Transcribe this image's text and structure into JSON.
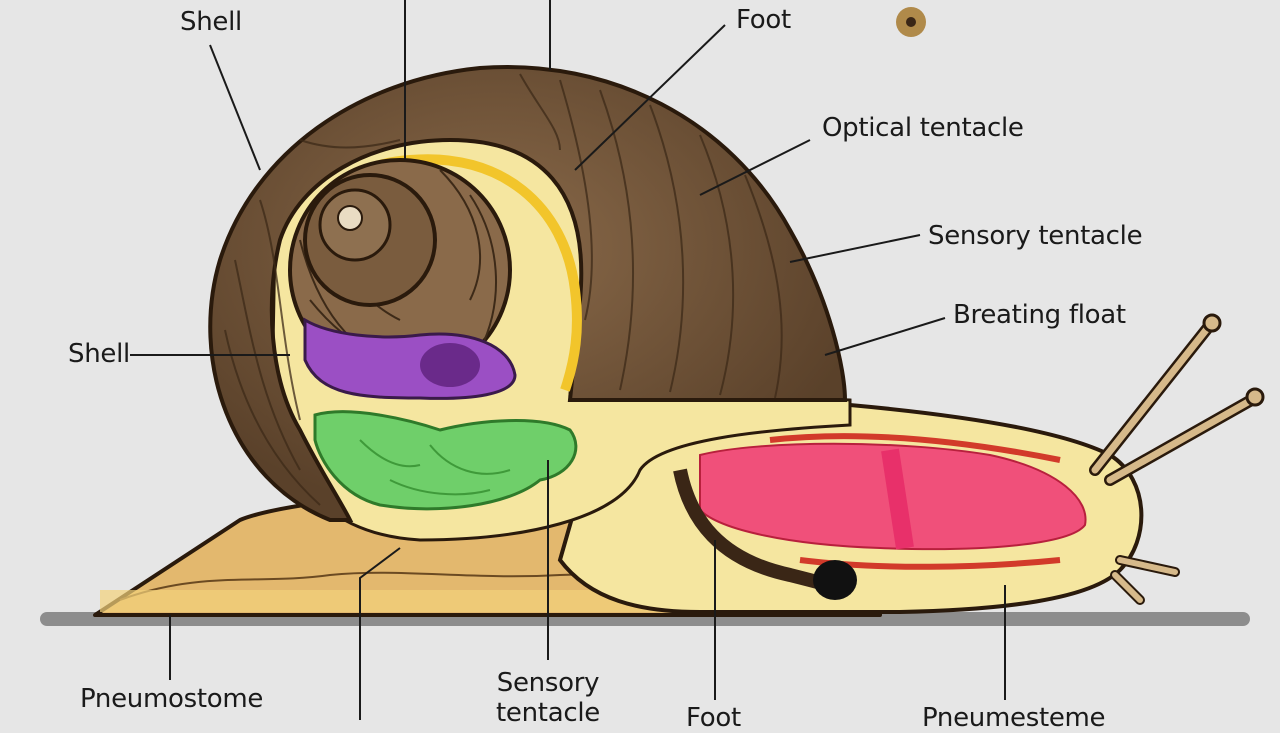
{
  "labels": {
    "shell_top": "Shell",
    "foot_top": "Foot",
    "optical_tentacle": "Optical tentacle",
    "sensory_tentacle_right": "Sensory tentacle",
    "breathing_float": "Breating float",
    "shell_left": "Shell",
    "pneumostome_left": "Pneumostome",
    "sensory_tentacle_bottom": "Sensory tentacle",
    "foot_bottom": "Foot",
    "pneumostome_right": "Pneumesteme"
  },
  "colors": {
    "background": "#e6e6e6",
    "shell_brown": "#6e5238",
    "mantle_yellow": "#f5e6a0",
    "organ_purple": "#9b4fc4",
    "organ_green": "#6fcf6a",
    "muscle_pink": "#f0507a",
    "foot_tan": "#e3b86e"
  }
}
